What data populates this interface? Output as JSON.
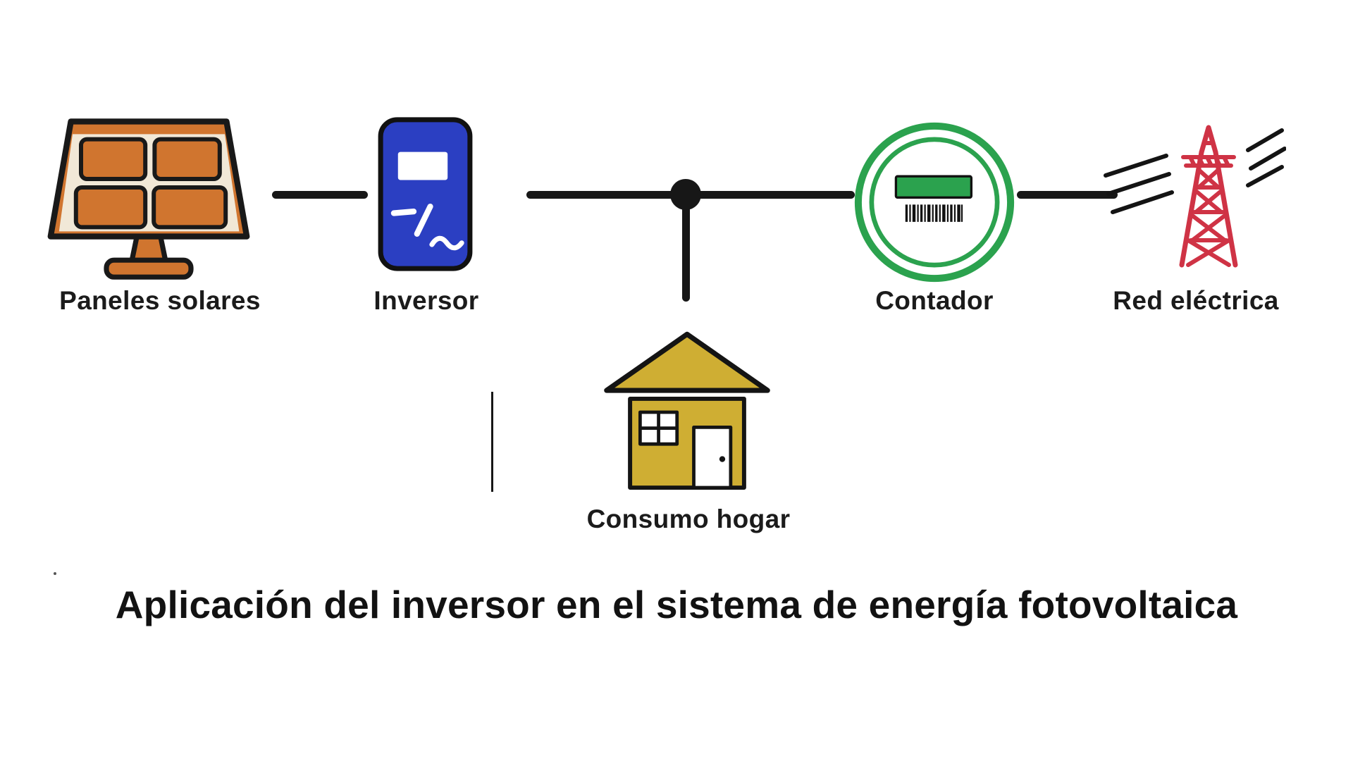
{
  "title": "Aplicación del inversor en el sistema de energía fotovoltaica",
  "diagram": {
    "nodes": [
      {
        "id": "solar-panels",
        "label": "Paneles solares"
      },
      {
        "id": "inverter",
        "label": "Inversor"
      },
      {
        "id": "home-consumption",
        "label": "Consumo hogar"
      },
      {
        "id": "meter",
        "label": "Contador"
      },
      {
        "id": "power-grid",
        "label": "Red eléctrica"
      }
    ],
    "connections": [
      "Paneles solares - Inversor",
      "Inversor - nodo de unión",
      "nodo de unión - Consumo hogar",
      "nodo de unión - Contador",
      "Contador - Red eléctrica"
    ]
  },
  "colors": {
    "panel_orange": "#d0752f",
    "panel_gap_cream": "#f1e8d7",
    "inverter_blue": "#2b3fc2",
    "house_yellow": "#cfae33",
    "meter_green": "#2ba24e",
    "tower_red": "#cf3345",
    "line_black": "#171717",
    "background": "#ffffff"
  }
}
